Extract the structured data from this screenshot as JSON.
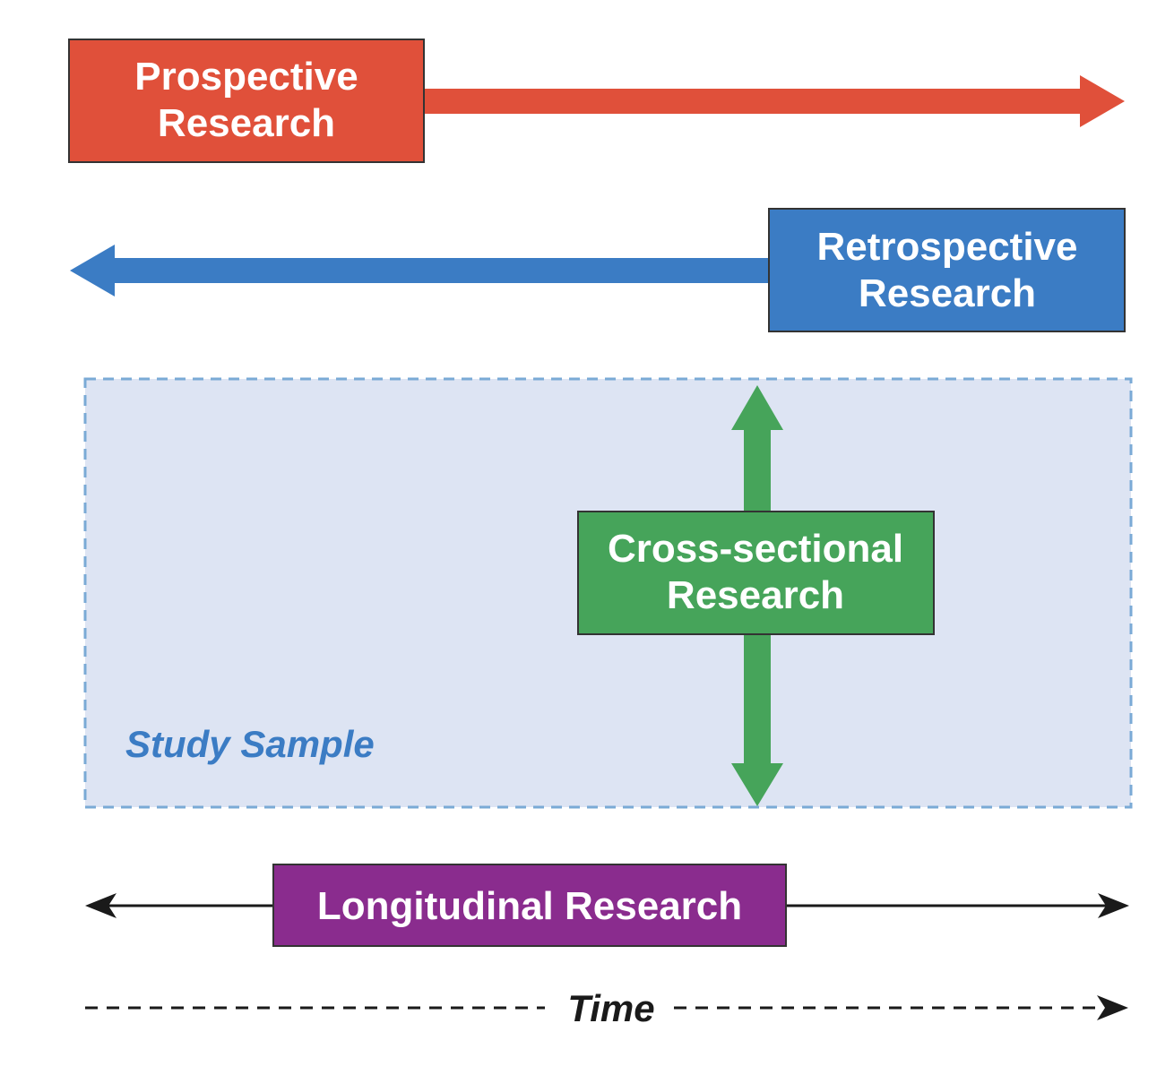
{
  "colors": {
    "prospective": "#e0503a",
    "retrospective": "#3b7cc4",
    "cross_sectional": "#46a45a",
    "longitudinal": "#8a2c8e",
    "sample_fill": "#dde4f3",
    "sample_border": "#7aaad6",
    "sample_text": "#3b7cc4",
    "line_dark": "#1a1a1a"
  },
  "prospective": {
    "line1": "Prospective",
    "line2": "Research"
  },
  "retrospective": {
    "line1": "Retrospective",
    "line2": "Research"
  },
  "cross_sectional": {
    "line1": "Cross-sectional",
    "line2": "Research"
  },
  "study_sample": {
    "label": "Study Sample"
  },
  "longitudinal": {
    "label": "Longitudinal Research"
  },
  "time": {
    "label": "Time"
  }
}
